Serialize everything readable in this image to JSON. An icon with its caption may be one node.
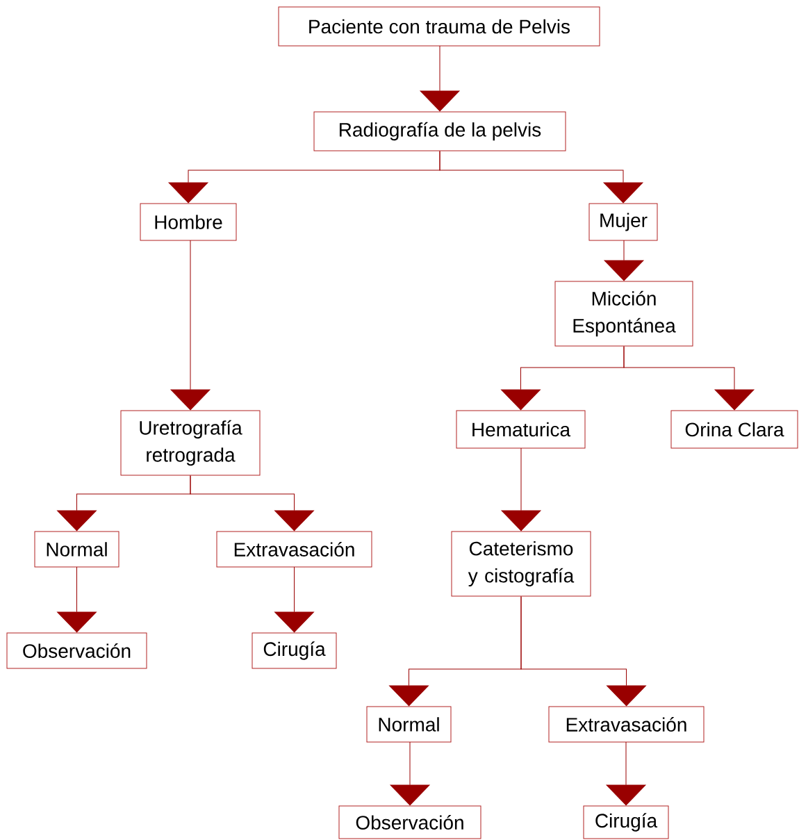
{
  "diagram": {
    "nodes": [
      {
        "text": [
          "Paciente con trauma de Pelvis"
        ]
      },
      {
        "text": [
          "Radiografía de la pelvis"
        ]
      },
      {
        "text": [
          "Hombre"
        ]
      },
      {
        "text": [
          "Mujer"
        ]
      },
      {
        "text": [
          "Micción Espontánea"
        ]
      },
      {
        "text": [
          "Uretrografía retrograda"
        ]
      },
      {
        "text": [
          "Hematurica"
        ]
      },
      {
        "text": [
          "Orina Clara"
        ]
      },
      {
        "text": [
          "Normal"
        ]
      },
      {
        "text": [
          "Extravasación"
        ]
      },
      {
        "text": [
          "Cateterismo y cistografía"
        ]
      },
      {
        "text": [
          "Observación"
        ]
      },
      {
        "text": [
          "Cirugía"
        ]
      },
      {
        "text": [
          "Normal"
        ]
      },
      {
        "text": [
          "Extravasación"
        ]
      },
      {
        "text": [
          "Observación"
        ]
      },
      {
        "text": [
          "Cirugía"
        ]
      }
    ],
    "edges": [
      {
        "from": 0,
        "to": 1,
        "arrow": "to"
      },
      {
        "from": 1,
        "to": 2,
        "arrow": "to"
      },
      {
        "from": 1,
        "to": 3,
        "arrow": "to"
      },
      {
        "from": 3,
        "to": 4,
        "arrow": "to"
      },
      {
        "from": 2,
        "to": 5,
        "arrow": "to"
      },
      {
        "from": 4,
        "to": 6,
        "arrow": "to"
      },
      {
        "from": 4,
        "to": 7,
        "arrow": "to"
      },
      {
        "from": 5,
        "to": 8,
        "arrow": "to"
      },
      {
        "from": 5,
        "to": 9,
        "arrow": "to"
      },
      {
        "from": 6,
        "to": 10,
        "arrow": "to"
      },
      {
        "from": 8,
        "to": 11,
        "arrow": "to"
      },
      {
        "from": 9,
        "to": 12,
        "arrow": "to"
      },
      {
        "from": 10,
        "to": 13,
        "arrow": "to"
      },
      {
        "from": 10,
        "to": 14,
        "arrow": "to"
      },
      {
        "from": 13,
        "to": 15,
        "arrow": "to"
      },
      {
        "from": 14,
        "to": 16,
        "arrow": "to"
      }
    ]
  }
}
